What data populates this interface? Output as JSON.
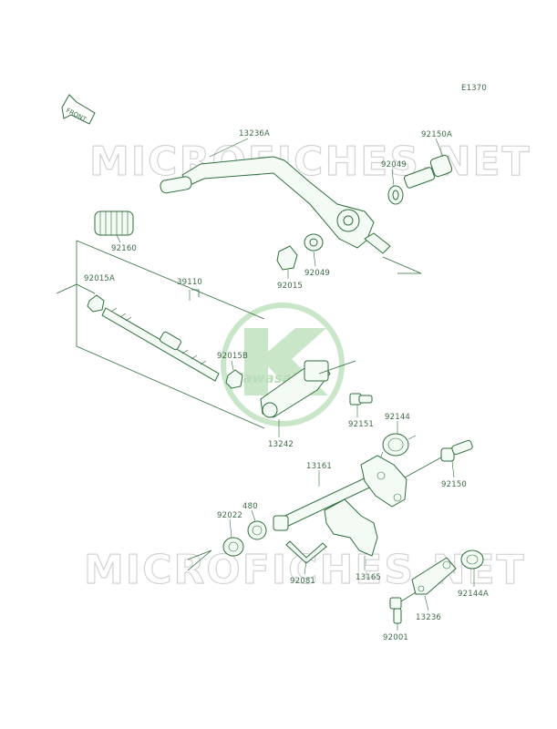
{
  "diagram_code": "E1370",
  "front_arrow_text": "FRONT",
  "watermark_text": "MICROFICHES.NET",
  "logo_text": "Kawasaki",
  "colors": {
    "line": "#2f6e3c",
    "label": "#3d6b45",
    "watermark": "#d3d3d3",
    "logo": "#c9e6c9"
  },
  "parts": [
    "13236A",
    "92150A",
    "92049",
    "92049",
    "92015",
    "92160",
    "92015A",
    "39110",
    "92015B",
    "92151",
    "13242",
    "92144",
    "92150",
    "13161",
    "480",
    "92022",
    "92081",
    "13165",
    "92144A",
    "13236",
    "92001"
  ]
}
